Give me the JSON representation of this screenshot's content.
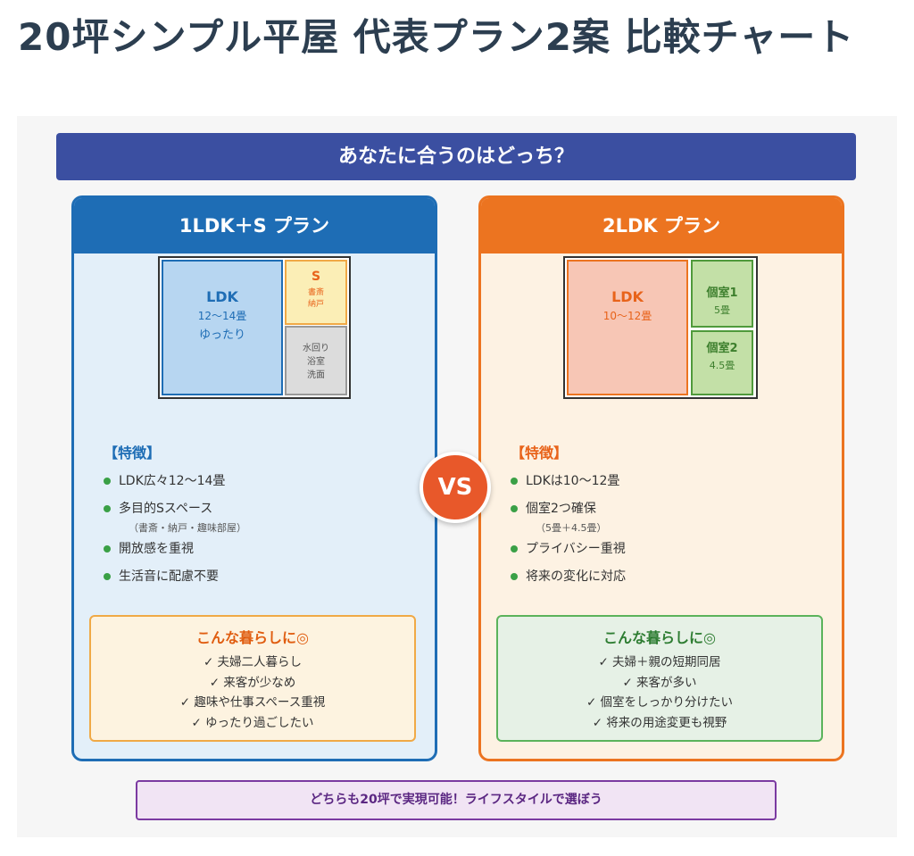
{
  "page_title": "20坪シンプル平屋 代表プラン2案 比較チャート",
  "banner": "あなたに合うのはどっち？",
  "vs": "VS",
  "left": {
    "title": "1LDK＋S プラン",
    "ldk": {
      "name": "LDK",
      "size": "12〜14畳",
      "note": "ゆったり"
    },
    "s": {
      "name": "S",
      "l1": "書斎",
      "l2": "納戸"
    },
    "water": {
      "l1": "水回り",
      "l2": "浴室",
      "l3": "洗面"
    },
    "features_title": "【特徴】",
    "features": [
      {
        "text": "LDK広々12〜14畳",
        "sub": ""
      },
      {
        "text": "多目的Sスペース",
        "sub": "（書斎・納戸・趣味部屋）"
      },
      {
        "text": "開放感を重視",
        "sub": ""
      },
      {
        "text": "生活音に配慮不要",
        "sub": ""
      }
    ],
    "lifestyle_title": "こんな暮らしに◎",
    "lifestyle": [
      "✓ 夫婦二人暮らし",
      "✓ 来客が少なめ",
      "✓ 趣味や仕事スペース重視",
      "✓ ゆったり過ごしたい"
    ]
  },
  "right": {
    "title": "2LDK プラン",
    "ldk": {
      "name": "LDK",
      "size": "10〜12畳"
    },
    "room1": {
      "name": "個室1",
      "size": "5畳"
    },
    "room2": {
      "name": "個室2",
      "size": "4.5畳"
    },
    "features_title": "【特徴】",
    "features": [
      {
        "text": "LDKは10〜12畳",
        "sub": ""
      },
      {
        "text": "個室2つ確保",
        "sub": "（5畳＋4.5畳）"
      },
      {
        "text": "プライバシー重視",
        "sub": ""
      },
      {
        "text": "将来の変化に対応",
        "sub": ""
      }
    ],
    "lifestyle_title": "こんな暮らしに◎",
    "lifestyle": [
      "✓ 夫婦＋親の短期同居",
      "✓ 来客が多い",
      "✓ 個室をしっかり分けたい",
      "✓ 将来の用途変更も視野"
    ]
  },
  "footer": "どちらも20坪で実現可能！ライフスタイルで選ぼう",
  "colors": {
    "blue": "#1e6db5",
    "orange": "#ec7420",
    "navy": "#3b4fa1",
    "vs": "#e8582a",
    "green": "#3aa046",
    "purple": "#7b3aa1"
  }
}
